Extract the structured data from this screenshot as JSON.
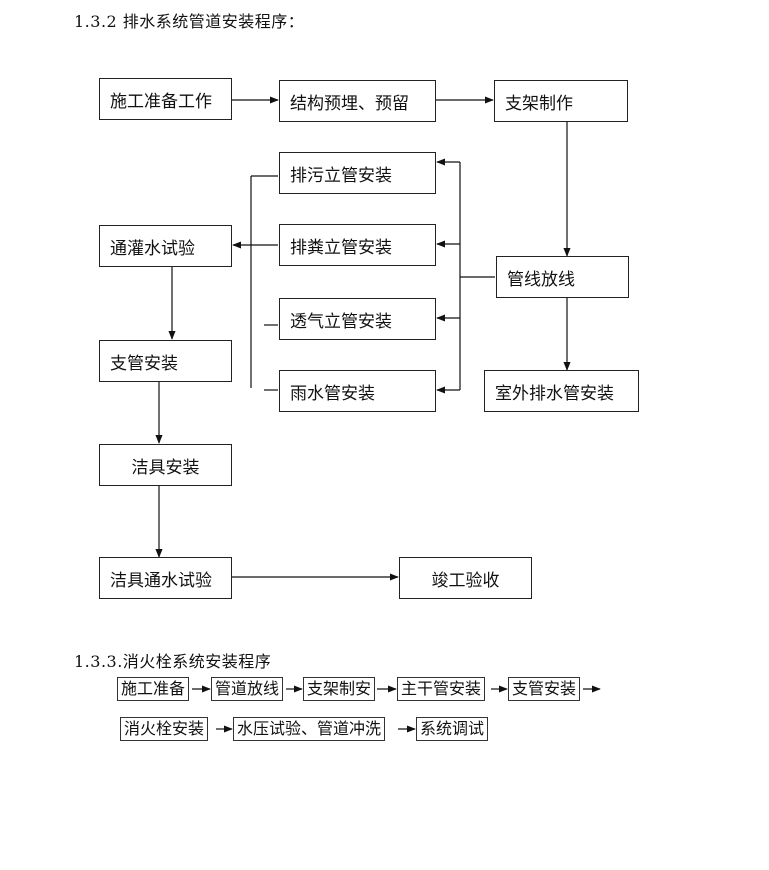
{
  "section1": {
    "heading": "1.3.2   排水系统管道安装程序：",
    "nodes": {
      "prep": "施工准备工作",
      "embed": "结构预埋、预留",
      "bracket": "支架制作",
      "sewage_riser": "排污立管安装",
      "feces_riser": "排粪立管安装",
      "vent_riser": "透气立管安装",
      "rain_pipe": "雨水管安装",
      "layout": "管线放线",
      "outdoor": "室外排水管安装",
      "fill_test": "通灌水试验",
      "branch": "支管安装",
      "fixture": "洁具安装",
      "fixture_test": "洁具通水试验",
      "acceptance": "竣工验收"
    }
  },
  "section2": {
    "heading": "1.3.3.消火栓系统安装程序",
    "row1": [
      "施工准备",
      "管道放线",
      "支架制安",
      "主干管安装",
      "支管安装"
    ],
    "row2": [
      "消火栓安装",
      "水压试验、管道冲洗",
      "系统调试"
    ]
  }
}
